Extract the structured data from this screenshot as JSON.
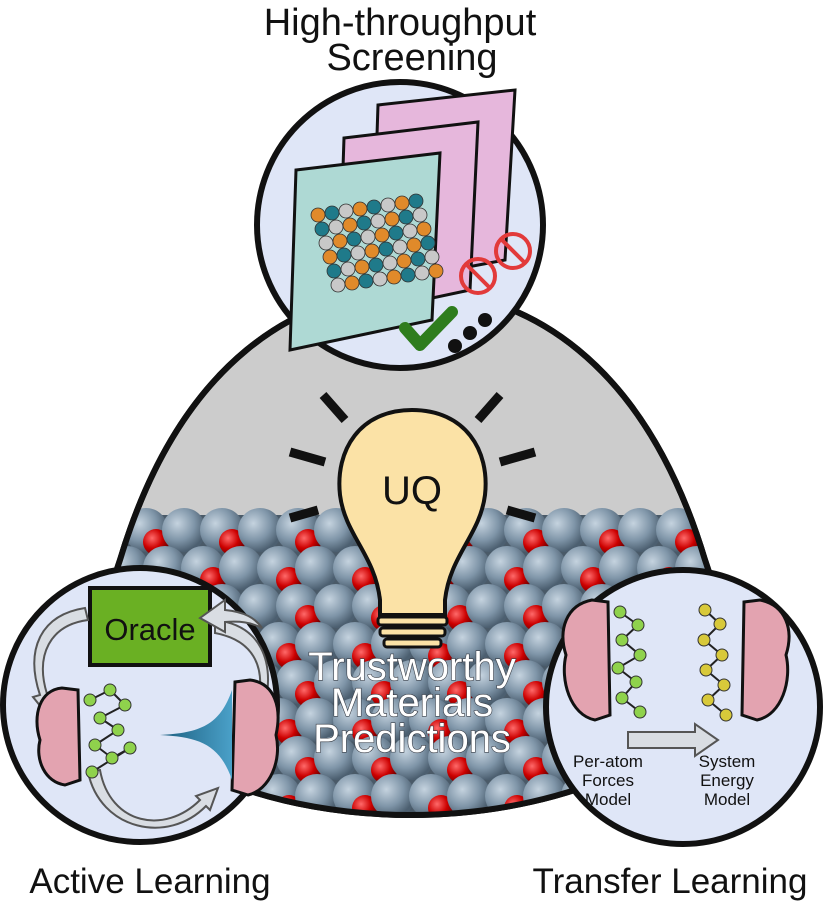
{
  "labels": {
    "top_line1": "High-throughput",
    "top_line2": "Screening",
    "bulb": "UQ",
    "center_line1": "Trustworthy",
    "center_line2": "Materials",
    "center_line3": "Predictions",
    "oracle": "Oracle",
    "bottom_left": "Active Learning",
    "bottom_right": "Transfer Learning",
    "source_model_1": "Per-atom",
    "source_model_2": "Forces",
    "source_model_3": "Model",
    "target_model_1": "System",
    "target_model_2": "Energy",
    "target_model_3": "Model"
  },
  "colors": {
    "triangle": "#cccccc",
    "circle_fill": "#dfe6f7",
    "bulb": "#fbe2a6",
    "oracle_box": "#6ab023",
    "brain": "#e3a3b0",
    "node_green": "#8fd24c",
    "node_yellow": "#d8c93a",
    "atom_red": "#cc0000",
    "atom_gray": "#7f95a8",
    "check": "#2e7d1d",
    "no_sign": "#e23a3a"
  },
  "icons": [
    "lightbulb-icon",
    "checkmark-icon",
    "no-sign-icon",
    "brain-icon",
    "arrow-icon"
  ]
}
